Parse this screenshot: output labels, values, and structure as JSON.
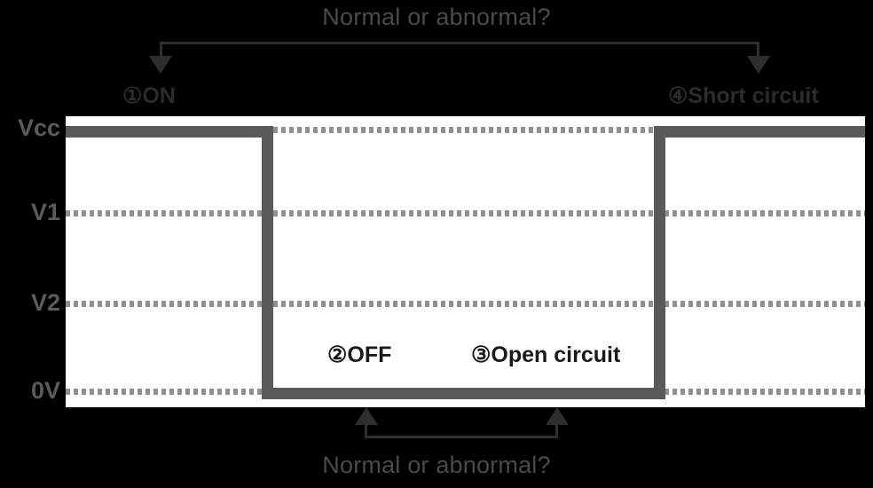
{
  "figure": {
    "title_top": "Normal or abnormal?",
    "title_bottom": "Normal or abnormal?"
  },
  "axis": {
    "labels": [
      {
        "name": "vcc",
        "text": "Vcc"
      },
      {
        "name": "v1",
        "text": "V1"
      },
      {
        "name": "v2",
        "text": "V2"
      },
      {
        "name": "0v",
        "text": "0V"
      }
    ]
  },
  "annotations": {
    "on": "①ON",
    "off": "②OFF",
    "open_circuit": "③Open circuit",
    "short_circuit": "④Short circuit"
  },
  "colors": {
    "background": "#000000",
    "plot_background": "#ffffff",
    "waveform": "#5a5a5a",
    "gridline_dots": "#8b9096",
    "axis_label": "#5b5b5b",
    "question_text": "#4a4a4a",
    "annotation_text": "#2b2b2b",
    "bracket": "#2e2e2e"
  },
  "chart_data": {
    "type": "line",
    "title": "Normal or abnormal?",
    "xlabel": "",
    "ylabel": "",
    "grid": true,
    "legend": "none",
    "y_levels": [
      {
        "label": "Vcc",
        "value": 4
      },
      {
        "label": "V1",
        "value": 3
      },
      {
        "label": "V2",
        "value": 2
      },
      {
        "label": "0V",
        "value": 0
      }
    ],
    "ylim": [
      0,
      4
    ],
    "xlim": [
      0,
      100
    ],
    "series": [
      {
        "name": "Signal voltage",
        "x": [
          0,
          24.5,
          24.5,
          74,
          74,
          100
        ],
        "values": [
          4,
          4,
          0,
          0,
          4,
          4
        ],
        "style": "step"
      }
    ],
    "point_annotations": [
      {
        "id": 1,
        "label": "①ON",
        "level": "Vcc",
        "region": "left high segment"
      },
      {
        "id": 2,
        "label": "②OFF",
        "level": "0V",
        "region": "low segment (left)"
      },
      {
        "id": 3,
        "label": "③Open circuit",
        "level": "0V",
        "region": "low segment (right)"
      },
      {
        "id": 4,
        "label": "④Short circuit",
        "level": "Vcc",
        "region": "right high segment"
      }
    ],
    "brackets": [
      {
        "position": "top",
        "caption": "Normal or abnormal?",
        "connects": [
          "①ON",
          "④Short circuit"
        ]
      },
      {
        "position": "bottom",
        "caption": "Normal or abnormal?",
        "connects": [
          "②OFF",
          "③Open circuit"
        ]
      }
    ]
  }
}
